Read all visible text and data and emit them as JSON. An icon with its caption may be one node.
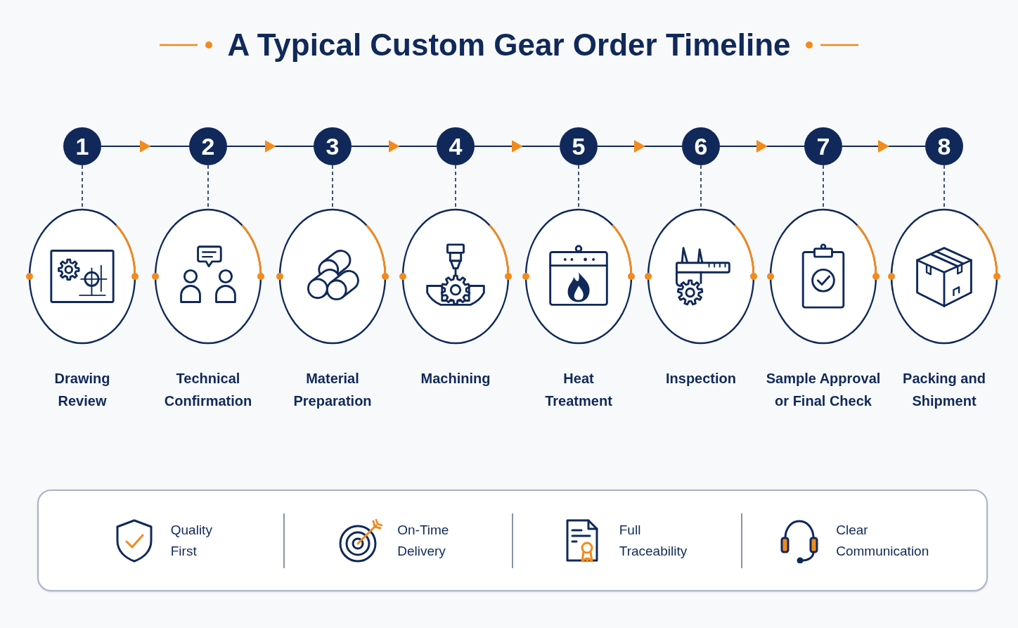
{
  "diagram": {
    "title": "A Typical Custom Gear Order Timeline",
    "nodes": [
      {
        "text": [
          "1"
        ]
      },
      {
        "text": [
          "2"
        ]
      },
      {
        "text": [
          "3"
        ]
      },
      {
        "text": [
          "4"
        ]
      },
      {
        "text": [
          "5"
        ]
      },
      {
        "text": [
          "6"
        ]
      },
      {
        "text": [
          "7"
        ]
      },
      {
        "text": [
          "8"
        ]
      },
      {
        "text": [
          "Drawing Review"
        ]
      },
      {
        "text": [
          "Technical Confirmation"
        ]
      },
      {
        "text": [
          "Material Preparation"
        ]
      },
      {
        "text": [
          "Machining"
        ]
      },
      {
        "text": [
          "Heat Treatment"
        ]
      },
      {
        "text": [
          "Inspection"
        ]
      },
      {
        "text": [
          "Sample Approval or Final Check"
        ]
      },
      {
        "text": [
          "Packing and Shipment"
        ]
      },
      {
        "text": [
          "Quality First",
          "On-Time Delivery",
          "Full Traceability",
          "Clear Communication"
        ]
      }
    ],
    "edges": [
      {
        "from": 0,
        "to": 1,
        "arrow": "to"
      },
      {
        "from": 1,
        "to": 2,
        "arrow": "to"
      },
      {
        "from": 2,
        "to": 3,
        "arrow": "to"
      },
      {
        "from": 3,
        "to": 4,
        "arrow": "to"
      },
      {
        "from": 4,
        "to": 5,
        "arrow": "to"
      },
      {
        "from": 5,
        "to": 6,
        "arrow": "to"
      },
      {
        "from": 6,
        "to": 7,
        "arrow": "to"
      },
      {
        "from": 0,
        "to": 8,
        "arrow": "none",
        "style": "dashed"
      },
      {
        "from": 1,
        "to": 9,
        "arrow": "none",
        "style": "dashed"
      },
      {
        "from": 2,
        "to": 10,
        "arrow": "none",
        "style": "dashed"
      },
      {
        "from": 3,
        "to": 11,
        "arrow": "none",
        "style": "dashed"
      },
      {
        "from": 4,
        "to": 12,
        "arrow": "none",
        "style": "dashed"
      },
      {
        "from": 5,
        "to": 13,
        "arrow": "none",
        "style": "dashed"
      },
      {
        "from": 6,
        "to": 14,
        "arrow": "none",
        "style": "dashed"
      },
      {
        "from": 7,
        "to": 15,
        "arrow": "none",
        "style": "dashed"
      }
    ]
  }
}
